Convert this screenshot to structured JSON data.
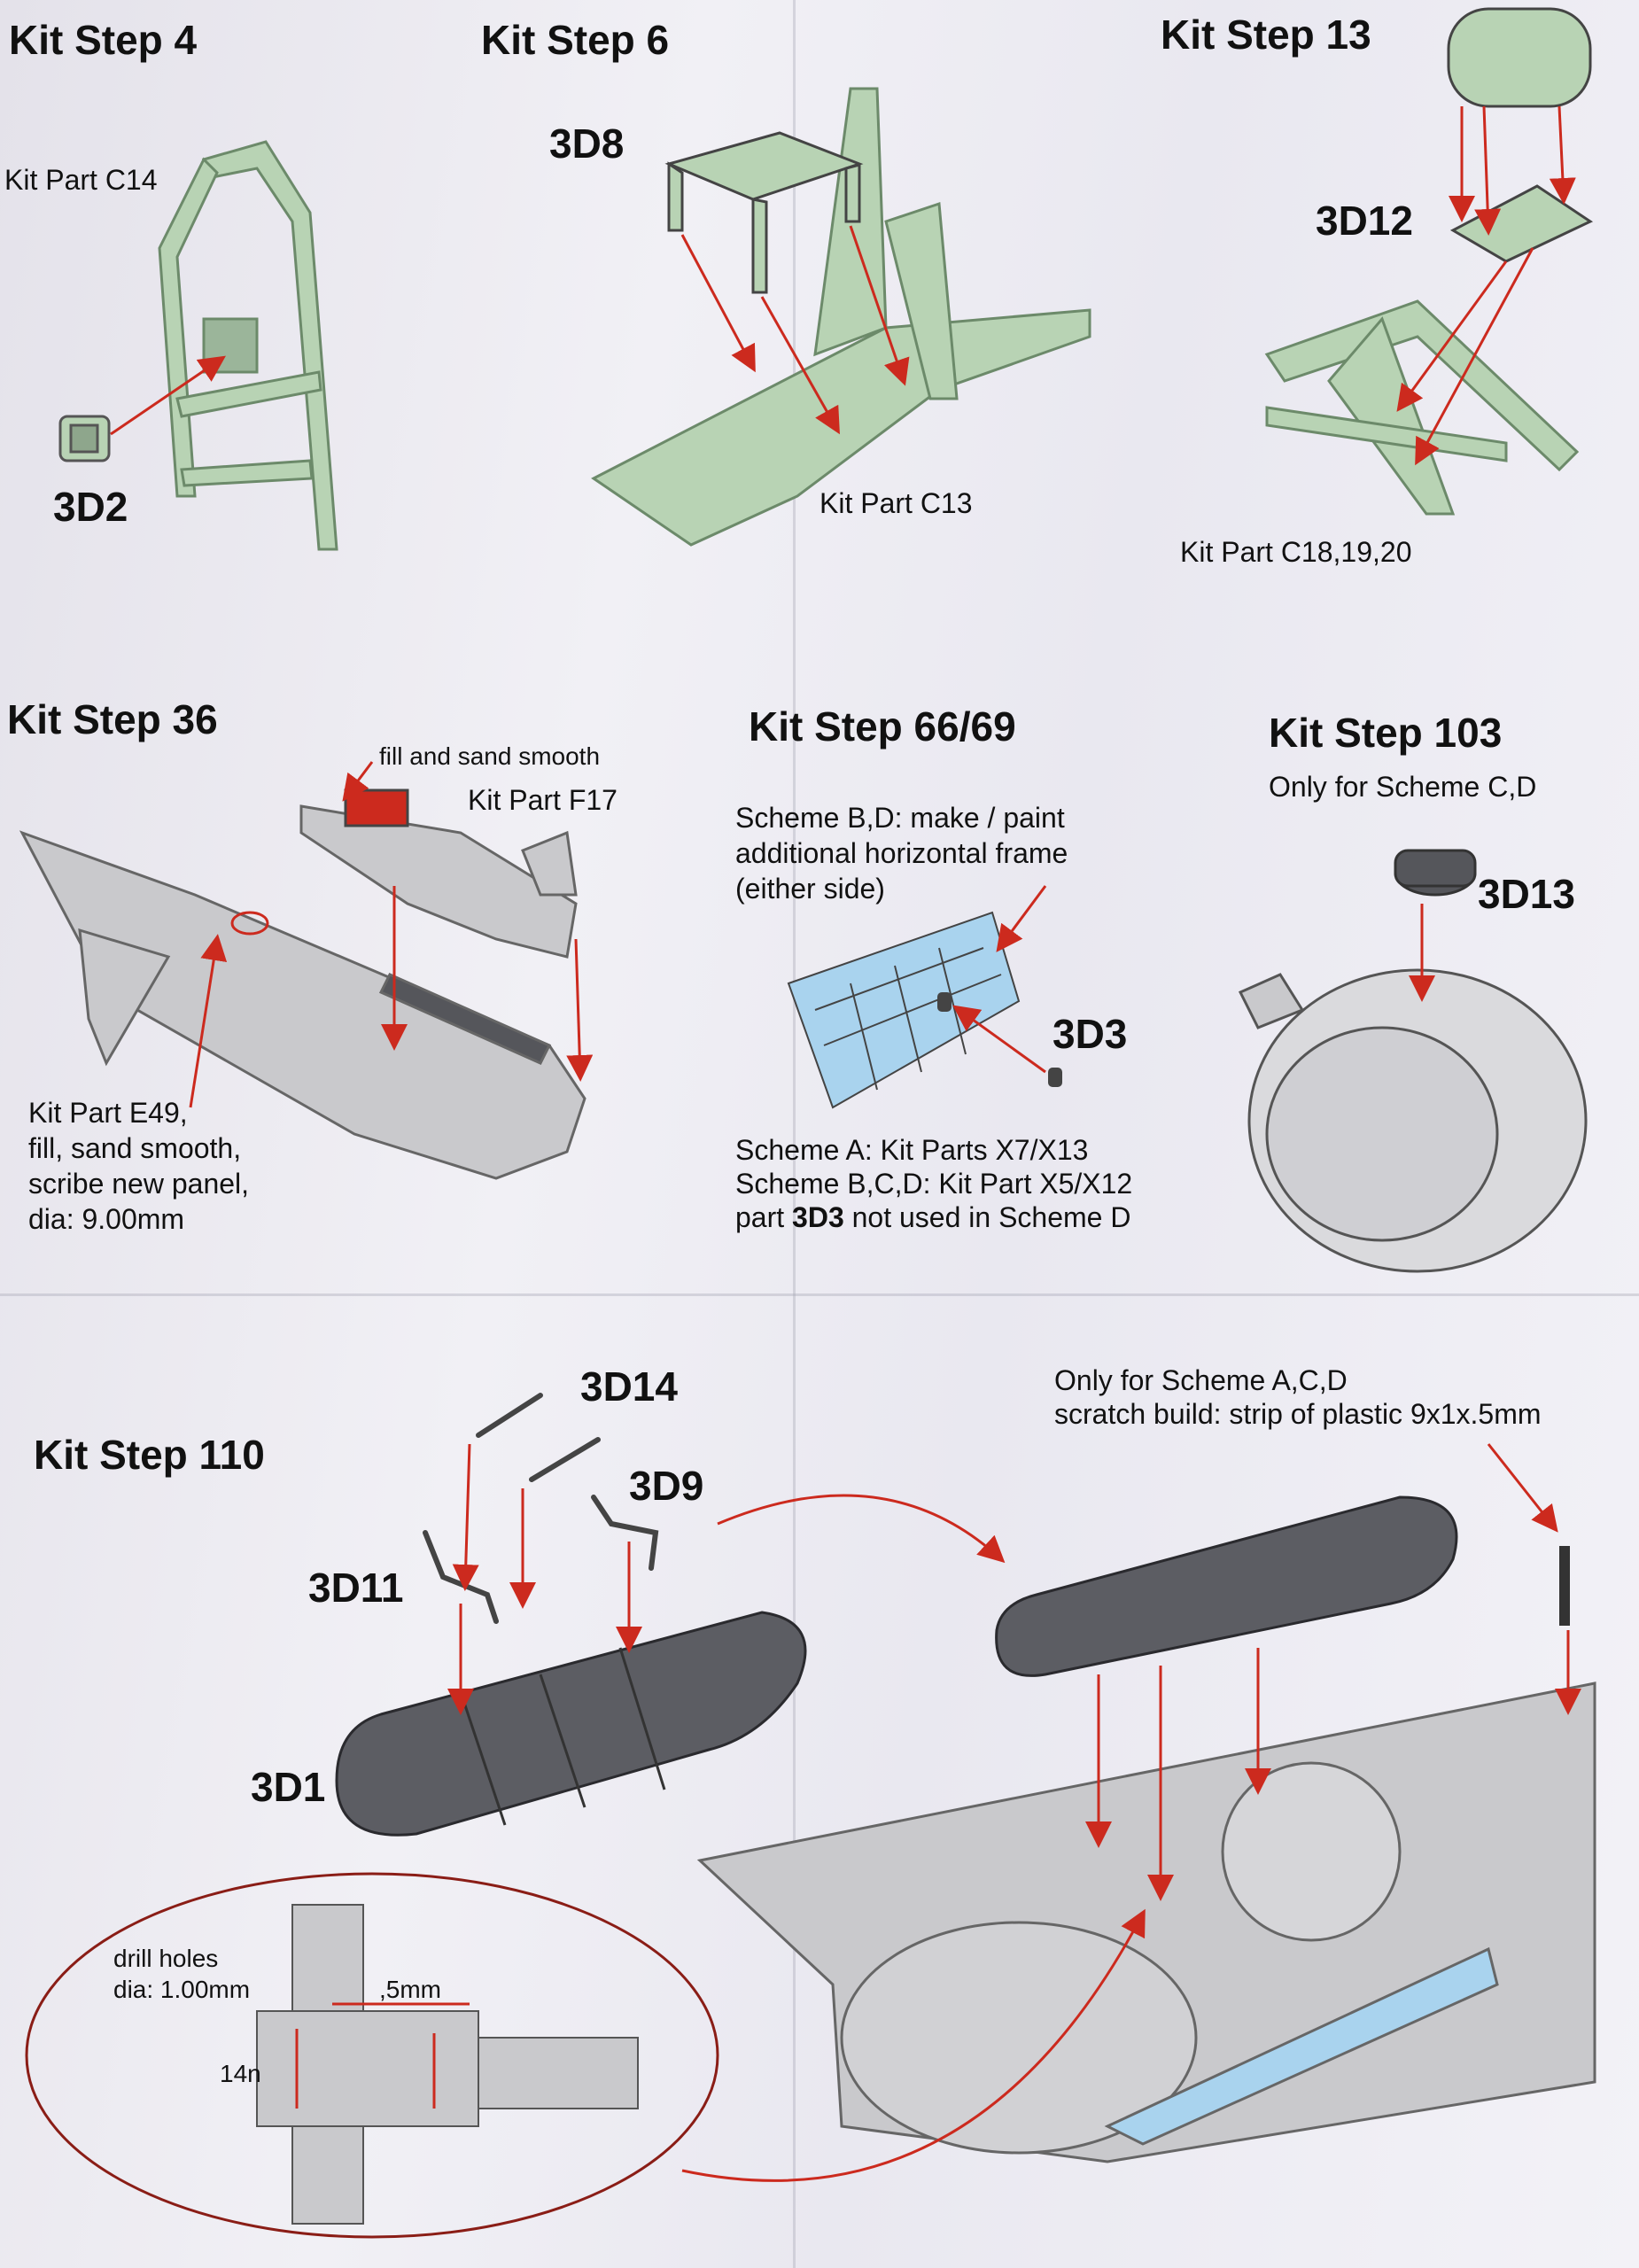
{
  "steps": {
    "s4": {
      "title": "Kit Step 4",
      "kit_part": "Kit Part C14",
      "part_id": "3D2"
    },
    "s6": {
      "title": "Kit Step 6",
      "kit_part": "Kit Part C13",
      "part_id": "3D8"
    },
    "s13": {
      "title": "Kit Step 13",
      "kit_part": "Kit Part C18,19,20",
      "part_id": "3D12"
    },
    "s36": {
      "title": "Kit Step 36",
      "fill_note": "fill and sand smooth",
      "kit_part_f17": "Kit Part F17",
      "e49_lines": [
        "Kit Part E49,",
        "fill, sand smooth,",
        "scribe new panel,",
        "dia: 9.00mm"
      ]
    },
    "s6669": {
      "title": "Kit Step 66/69",
      "scheme_lines": [
        "Scheme B,D: make / paint",
        "additional horizontal frame",
        "(either side)"
      ],
      "part_id": "3D3",
      "bottom_lines": [
        "Scheme A: Kit Parts X7/X13",
        "Scheme B,C,D: Kit Part X5/X12"
      ],
      "bottom_last_pre": "part ",
      "bottom_last_bold": "3D3",
      "bottom_last_post": " not used in Scheme D"
    },
    "s103": {
      "title": "Kit Step 103",
      "subtitle": "Only for Scheme C,D",
      "part_id": "3D13"
    },
    "s110": {
      "title": "Kit Step 110",
      "parts": {
        "p14": "3D14",
        "p9": "3D9",
        "p11": "3D11",
        "p1": "3D1"
      },
      "scheme_note": "Only for Scheme A,C,D",
      "scratch_note": "scratch build: strip of plastic 9x1x.5mm",
      "drill_lines": [
        "drill holes",
        "dia: 1.00mm"
      ],
      "dim_5": ",5mm",
      "dim_14": "14n"
    }
  },
  "colors": {
    "green": "#b8d3b4",
    "green_edge": "#6c8a6a",
    "grey": "#c9c9cc",
    "dark": "#55565b",
    "red": "#cc2a1e",
    "blue": "#a9d3ee",
    "paper": "#eceaf2"
  }
}
